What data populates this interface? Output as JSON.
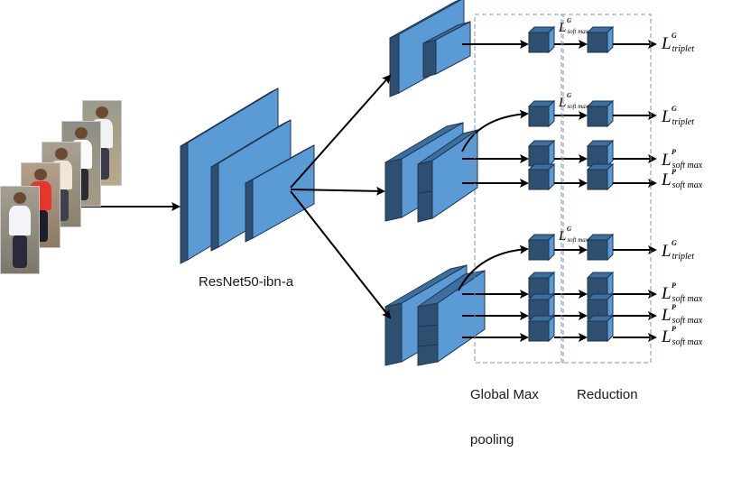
{
  "labels": {
    "backbone": "ResNet50-ibn-a",
    "global_max_pooling_line1": "Global Max",
    "global_max_pooling_line2": "pooling",
    "reduction": "Reduction"
  },
  "losses": {
    "L": "L",
    "G": "G",
    "P": "P",
    "triplet": "triplet",
    "softmax": "soft max"
  },
  "colors": {
    "block_face": "#5b9bd5",
    "block_side": "#2e4f70",
    "block_top": "#3d6f9e",
    "block_edge": "#1f3550",
    "arrow": "#000000",
    "dashed_box": "#7a95b8"
  }
}
